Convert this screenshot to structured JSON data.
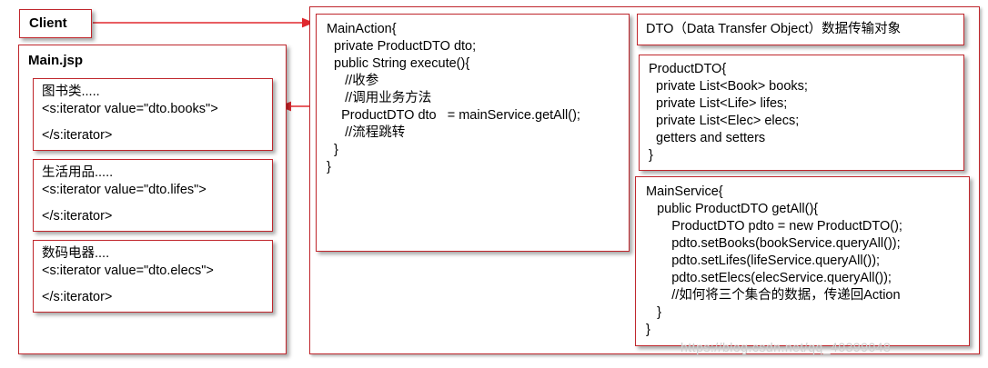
{
  "client": {
    "label": "Client"
  },
  "main_jsp": {
    "label": "Main.jsp",
    "books": {
      "lines": [
        "图书类.....",
        "<s:iterator value=\"dto.books\">",
        "</s:iterator>"
      ]
    },
    "lifes": {
      "lines": [
        "生活用品.....",
        "<s:iterator value=\"dto.lifes\">",
        "</s:iterator>"
      ]
    },
    "elecs": {
      "lines": [
        "数码电器....",
        "<s:iterator value=\"dto.elecs\">",
        "</s:iterator>"
      ]
    }
  },
  "main_action": {
    "lines": [
      "MainAction{",
      "  private ProductDTO dto;",
      "  public String execute(){",
      "     //收参",
      "     //调用业务方法",
      "    ProductDTO dto   = mainService.getAll();",
      "     //流程跳转",
      "  }",
      "}"
    ]
  },
  "dto_title": {
    "label": "DTO（Data Transfer Object）数据传输对象"
  },
  "product_dto": {
    "lines": [
      "ProductDTO{",
      "  private List<Book> books;",
      "  private List<Life> lifes;",
      "  private List<Elec> elecs;",
      "  getters and setters",
      "}"
    ]
  },
  "main_service": {
    "lines": [
      "MainService{",
      "   public ProductDTO getAll(){",
      "       ProductDTO pdto = new ProductDTO();",
      "       pdto.setBooks(bookService.queryAll());",
      "       pdto.setLifes(lifeService.queryAll());",
      "       pdto.setElecs(elecService.queryAll());",
      "       //如何将三个集合的数据，传递回Action",
      "   }",
      "}"
    ]
  },
  "watermark": {
    "text": "https://blog.csdn.net/qq_40399048"
  },
  "colors": {
    "border": "#c0272d",
    "arrow": "#e0282e"
  }
}
